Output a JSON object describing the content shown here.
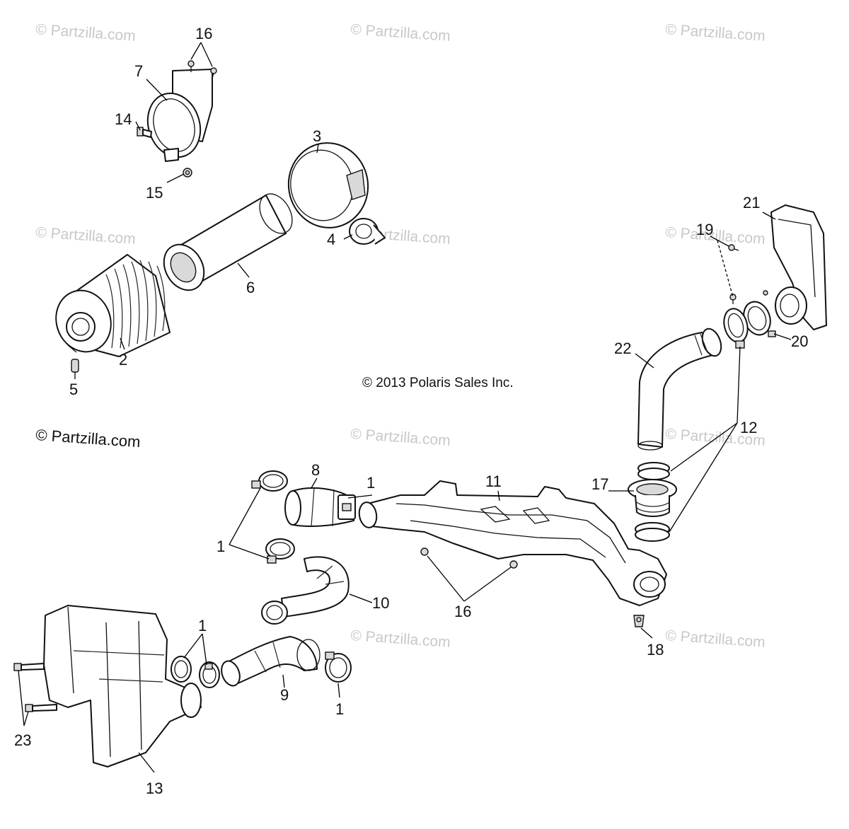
{
  "watermark_text": "© Partzilla.com",
  "copyright_text": "© 2013 Polaris Sales Inc.",
  "site_label": "© Partzilla.com",
  "callouts": {
    "c16a": "16",
    "c7": "7",
    "c14": "14",
    "c15": "15",
    "c3": "3",
    "c4": "4",
    "c6": "6",
    "c2": "2",
    "c5": "5",
    "c19": "19",
    "c21": "21",
    "c20": "20",
    "c22": "22",
    "c12": "12",
    "c17": "17",
    "c8": "8",
    "c1a": "1",
    "c11": "11",
    "c1b": "1",
    "c10": "10",
    "c16b": "16",
    "c18": "18",
    "c1c": "1",
    "c9": "9",
    "c1d": "1",
    "c23": "23",
    "c13": "13"
  }
}
